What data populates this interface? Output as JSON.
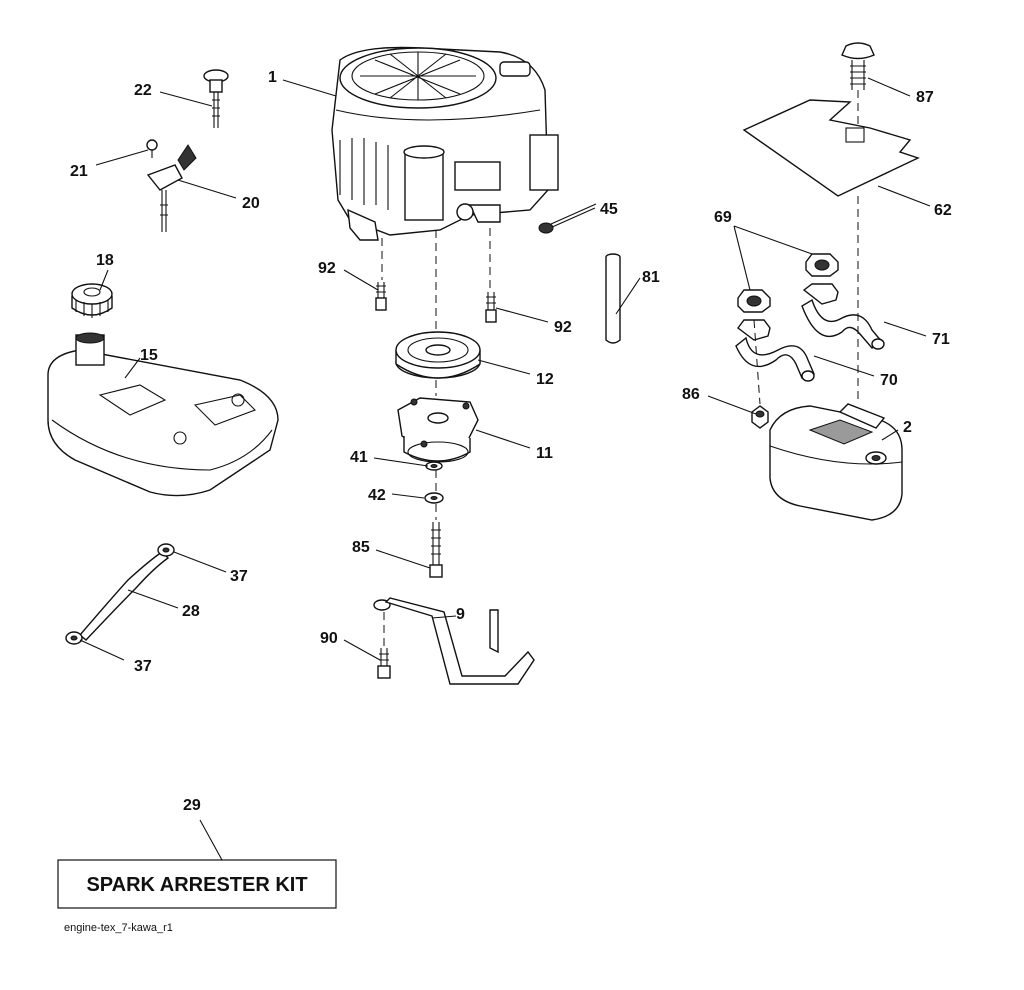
{
  "diagram": {
    "callouts": [
      "1",
      "22",
      "21",
      "20",
      "18",
      "15",
      "92",
      "92",
      "12",
      "11",
      "41",
      "42",
      "85",
      "9",
      "90",
      "45",
      "81",
      "87",
      "62",
      "69",
      "71",
      "70",
      "86",
      "2",
      "37",
      "28",
      "37",
      "29"
    ],
    "kit_label": "SPARK ARRESTER KIT",
    "footer_code": "engine-tex_7-kawa_r1"
  }
}
